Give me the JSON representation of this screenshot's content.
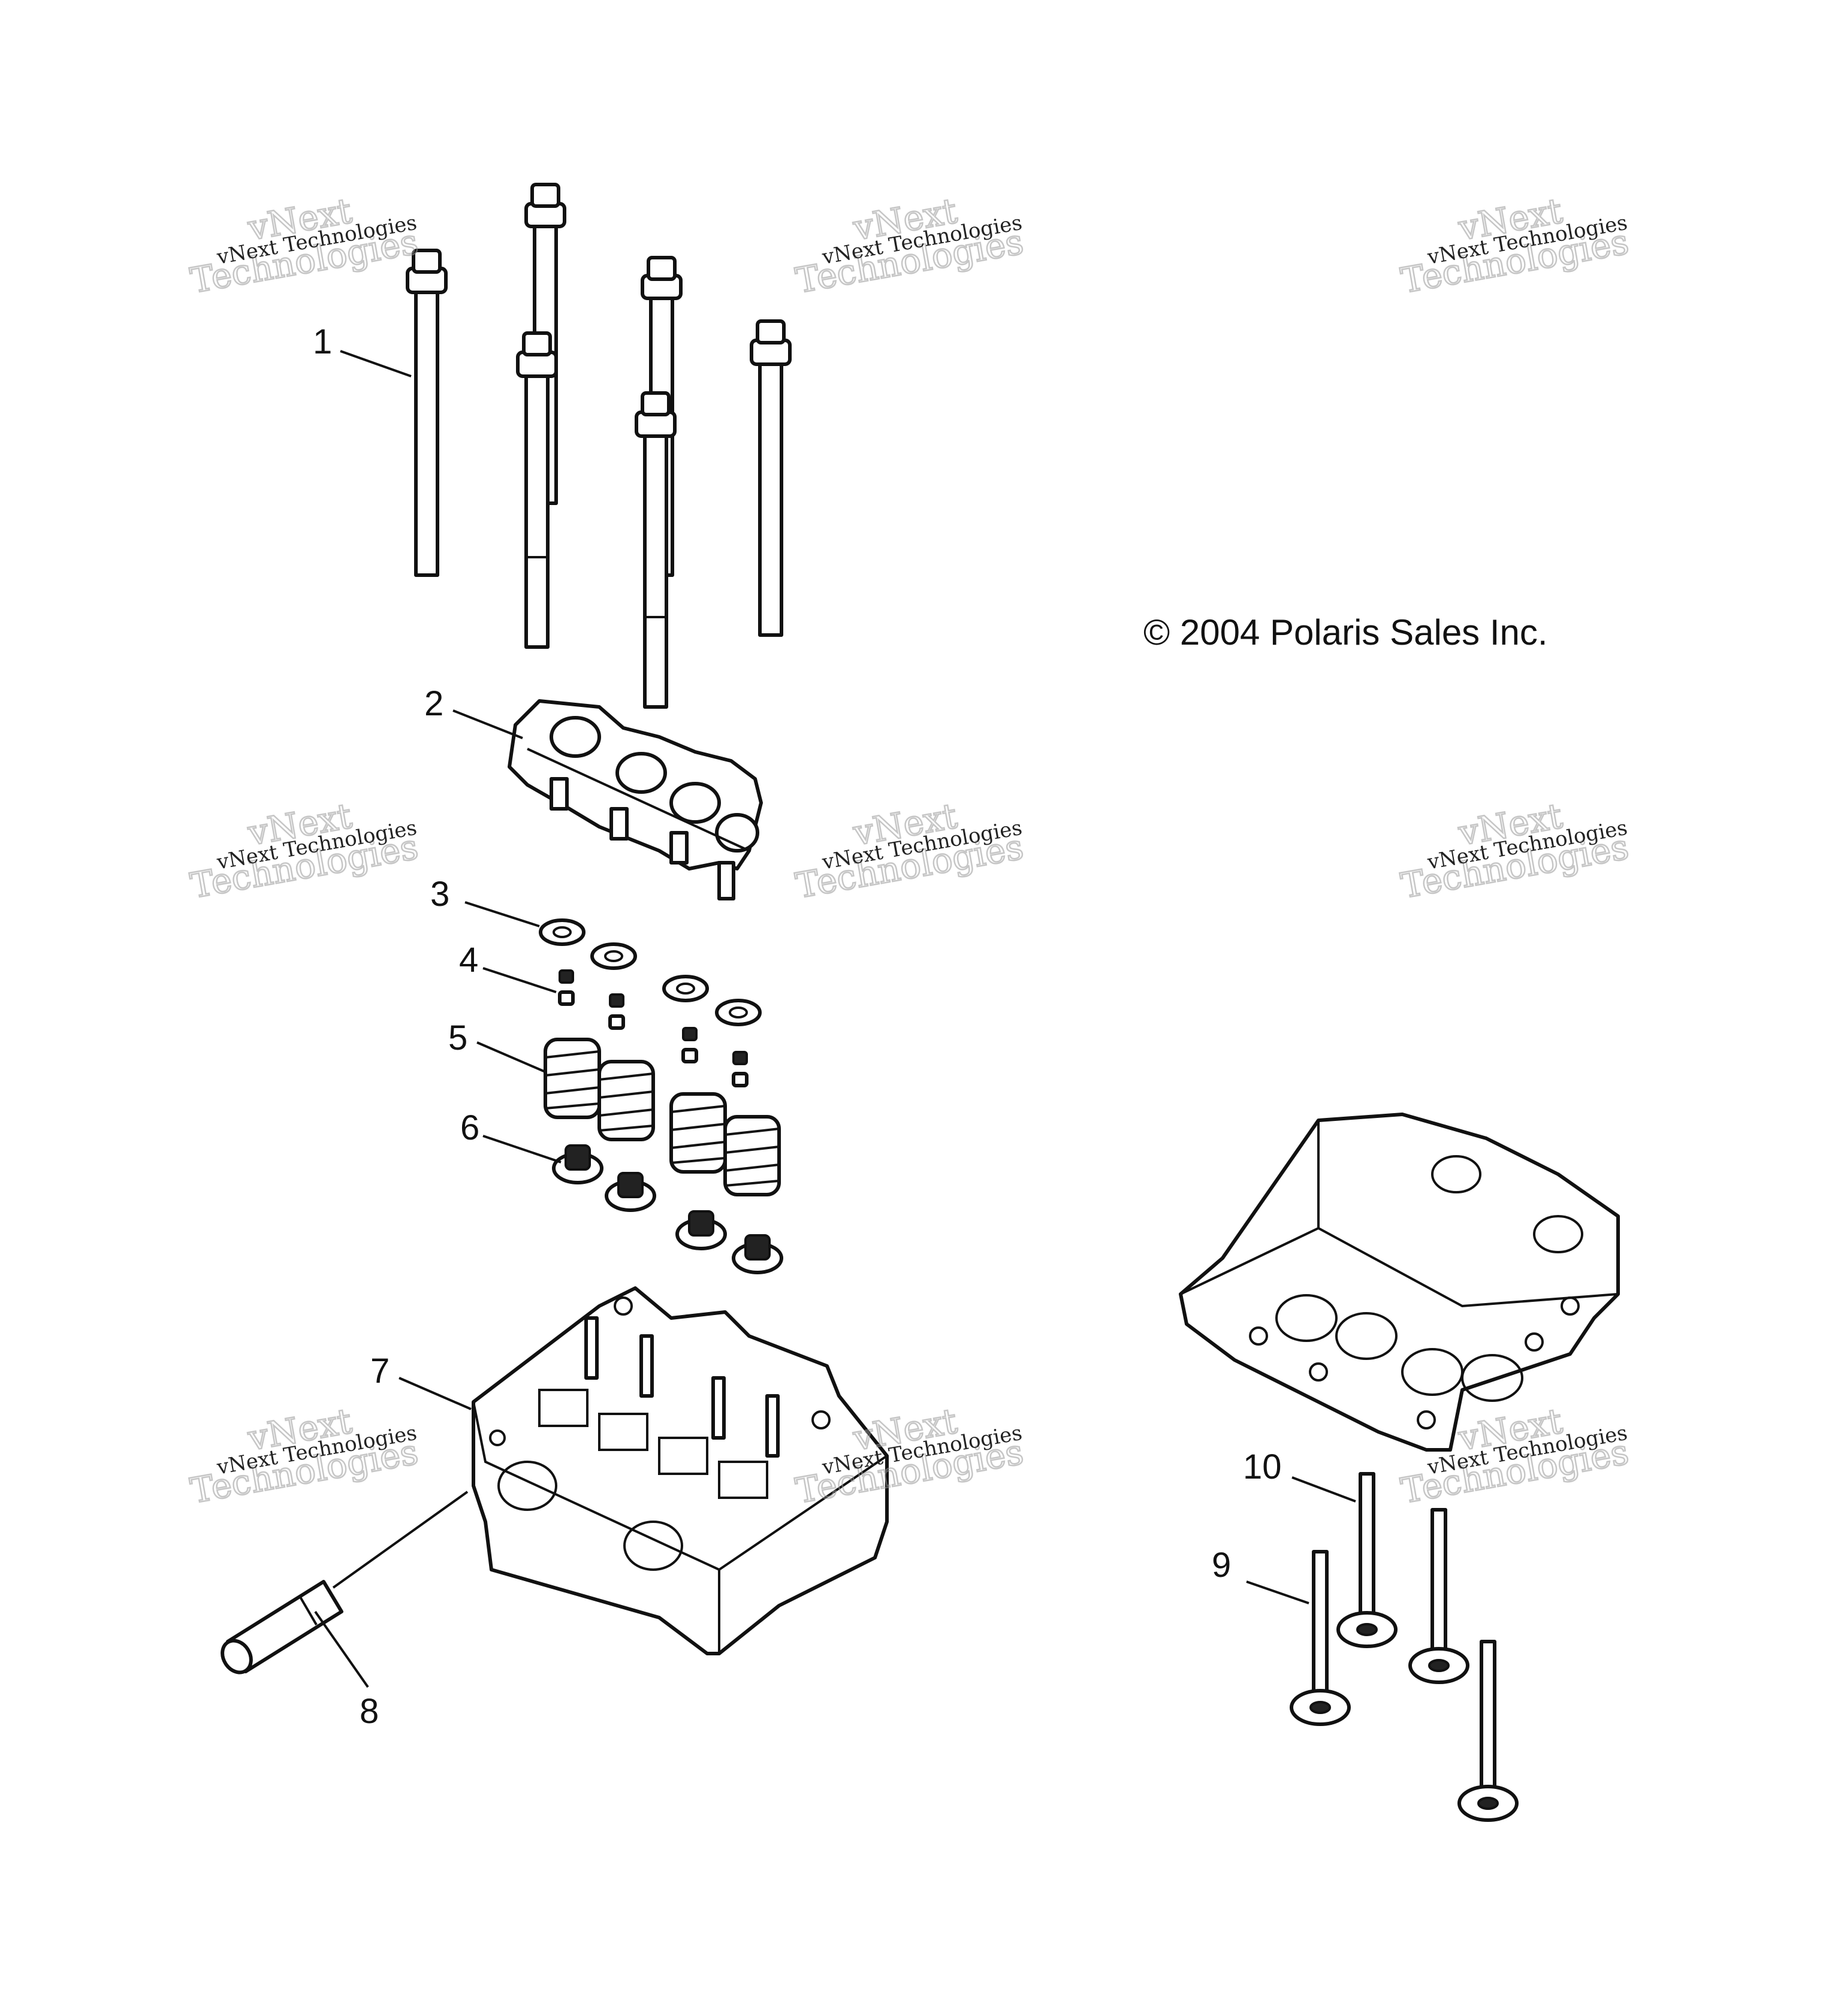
{
  "copyright": "© 2004 Polaris Sales Inc.",
  "callouts": {
    "c1": "1",
    "c2": "2",
    "c3": "3",
    "c4": "4",
    "c5": "5",
    "c6": "6",
    "c7": "7",
    "c8": "8",
    "c9": "9",
    "c10": "10"
  },
  "watermark": {
    "line1": "vNext",
    "line2": "Technologies",
    "small": "vNext Technologies"
  }
}
